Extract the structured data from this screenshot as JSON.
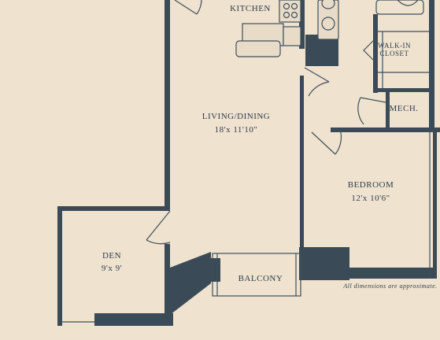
{
  "colors": {
    "paper": "#efe2cf",
    "wall": "#3a4a57",
    "line": "#3f4f5c",
    "fixture_fill": "#e8dcc8",
    "text": "#2f3e4c"
  },
  "rooms": {
    "kitchen": {
      "label": "KITCHEN"
    },
    "living": {
      "label": "LIVING/DINING",
      "dims": "18'x 11'10\""
    },
    "walkin": {
      "label_line1": "WALK-IN",
      "label_line2": "CLOSET"
    },
    "mech": {
      "label": "MECH."
    },
    "bedroom": {
      "label": "BEDROOM",
      "dims": "12'x 10'6\""
    },
    "den": {
      "label": "DEN",
      "dims": "9'x 9'"
    },
    "balcony": {
      "label": "BALCONY"
    }
  },
  "note": "All dimensions are approximate."
}
